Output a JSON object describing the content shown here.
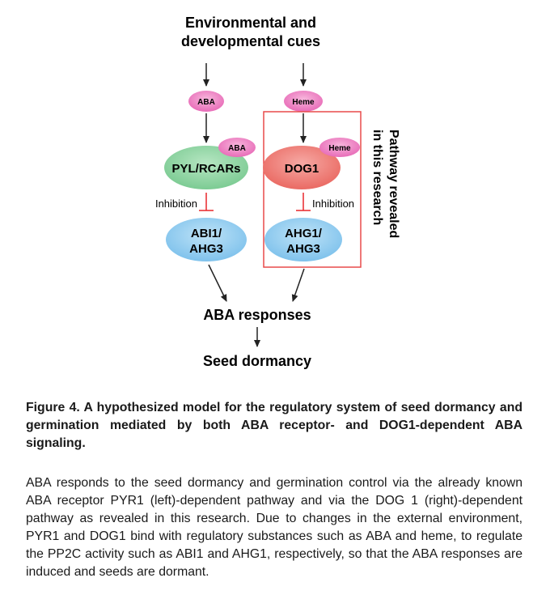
{
  "top_label": [
    "Environmental and",
    "developmental cues"
  ],
  "left_pathway": {
    "ligand": "ABA",
    "receptor": "PYL/RCARs",
    "bound_ligand": "ABA",
    "inhibition_label": "Inhibition",
    "target": [
      "ABI1/",
      "AHG3"
    ]
  },
  "right_pathway": {
    "ligand": "Heme",
    "receptor": "DOG1",
    "bound_ligand": "Heme",
    "inhibition_label": "Inhibition",
    "target": [
      "AHG1/",
      "AHG3"
    ],
    "box_label": [
      "Pathway revealed",
      "in this research"
    ]
  },
  "output": {
    "responses": "ABA responses",
    "result": "Seed dormancy"
  },
  "caption": "Figure 4. A hypothesized model for the regulatory system of seed dormancy and germination mediated by both ABA receptor- and DOG1-dependent ABA signaling.",
  "body": "ABA responds to the seed dormancy and germination control via the already known ABA receptor PYR1 (left)-dependent pathway and via the DOG 1 (right)-dependent pathway as revealed in this research. Due to changes in the external environment, PYR1 and DOG1 bind with regulatory substances such as ABA and heme, to regulate the PP2C activity such as ABI1 and AHG1, respectively, so that the ABA responses are induced and seeds are dormant.",
  "colors": {
    "ligand_fill": "#f08ac6",
    "receptor_left_fill": "#8fd4a4",
    "receptor_right_fill": "#f07f79",
    "target_fill": "#8ccbf0",
    "inhibition_red": "#e8262a",
    "box_stroke": "#e84a4a"
  }
}
